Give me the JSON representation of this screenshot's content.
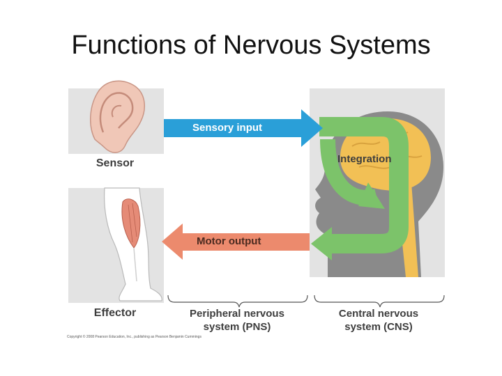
{
  "title": "Functions of Nervous Systems",
  "diagram": {
    "sensor_label": "Sensor",
    "effector_label": "Effector",
    "sensory_input_label": "Sensory input",
    "motor_output_label": "Motor output",
    "integration_label": "Integration",
    "pns_label_line1": "Peripheral nervous",
    "pns_label_line2": "system (PNS)",
    "cns_label_line1": "Central nervous",
    "cns_label_line2": "system (CNS)",
    "copyright": "Copyright © 2008 Pearson Education, Inc., publishing as Pearson Benjamin Cummings"
  },
  "colors": {
    "panel": "#e3e3e3",
    "sensory_arrow": "#2a9fd8",
    "motor_arrow": "#ec8a6d",
    "integration_arrow": "#7cc36a",
    "brain": "#f2c055",
    "head": "#8a8a8a",
    "ear": "#f0c7b7"
  }
}
